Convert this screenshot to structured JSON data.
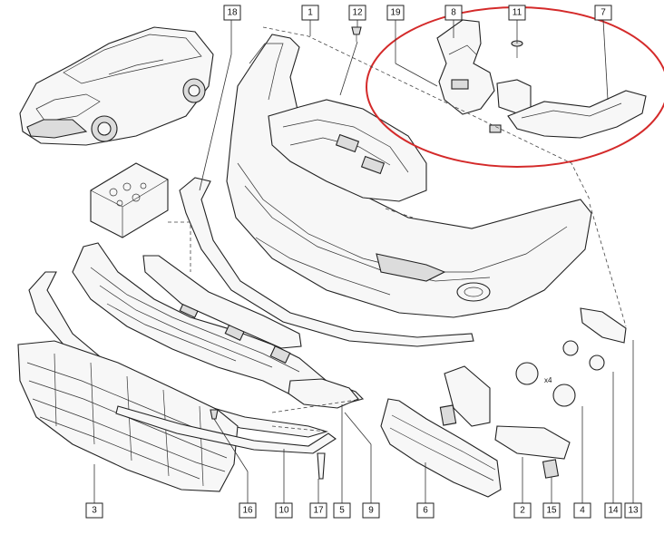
{
  "callouts": [
    {
      "id": "c18",
      "label": "18"
    },
    {
      "id": "c1",
      "label": "1"
    },
    {
      "id": "c12",
      "label": "12"
    },
    {
      "id": "c19",
      "label": "19"
    },
    {
      "id": "c8",
      "label": "8"
    },
    {
      "id": "c11",
      "label": "11"
    },
    {
      "id": "c7",
      "label": "7"
    },
    {
      "id": "c3",
      "label": "3"
    },
    {
      "id": "c16",
      "label": "16"
    },
    {
      "id": "c10",
      "label": "10"
    },
    {
      "id": "c17",
      "label": "17"
    },
    {
      "id": "c5",
      "label": "5"
    },
    {
      "id": "c9",
      "label": "9"
    },
    {
      "id": "c6",
      "label": "6"
    },
    {
      "id": "c2",
      "label": "2"
    },
    {
      "id": "c15",
      "label": "15"
    },
    {
      "id": "c4",
      "label": "4"
    },
    {
      "id": "c14",
      "label": "14"
    },
    {
      "id": "c13",
      "label": "13"
    }
  ],
  "annotations": {
    "qty_x4": "x4"
  },
  "colors": {
    "highlight": "#d42a2a",
    "line": "#222222"
  }
}
